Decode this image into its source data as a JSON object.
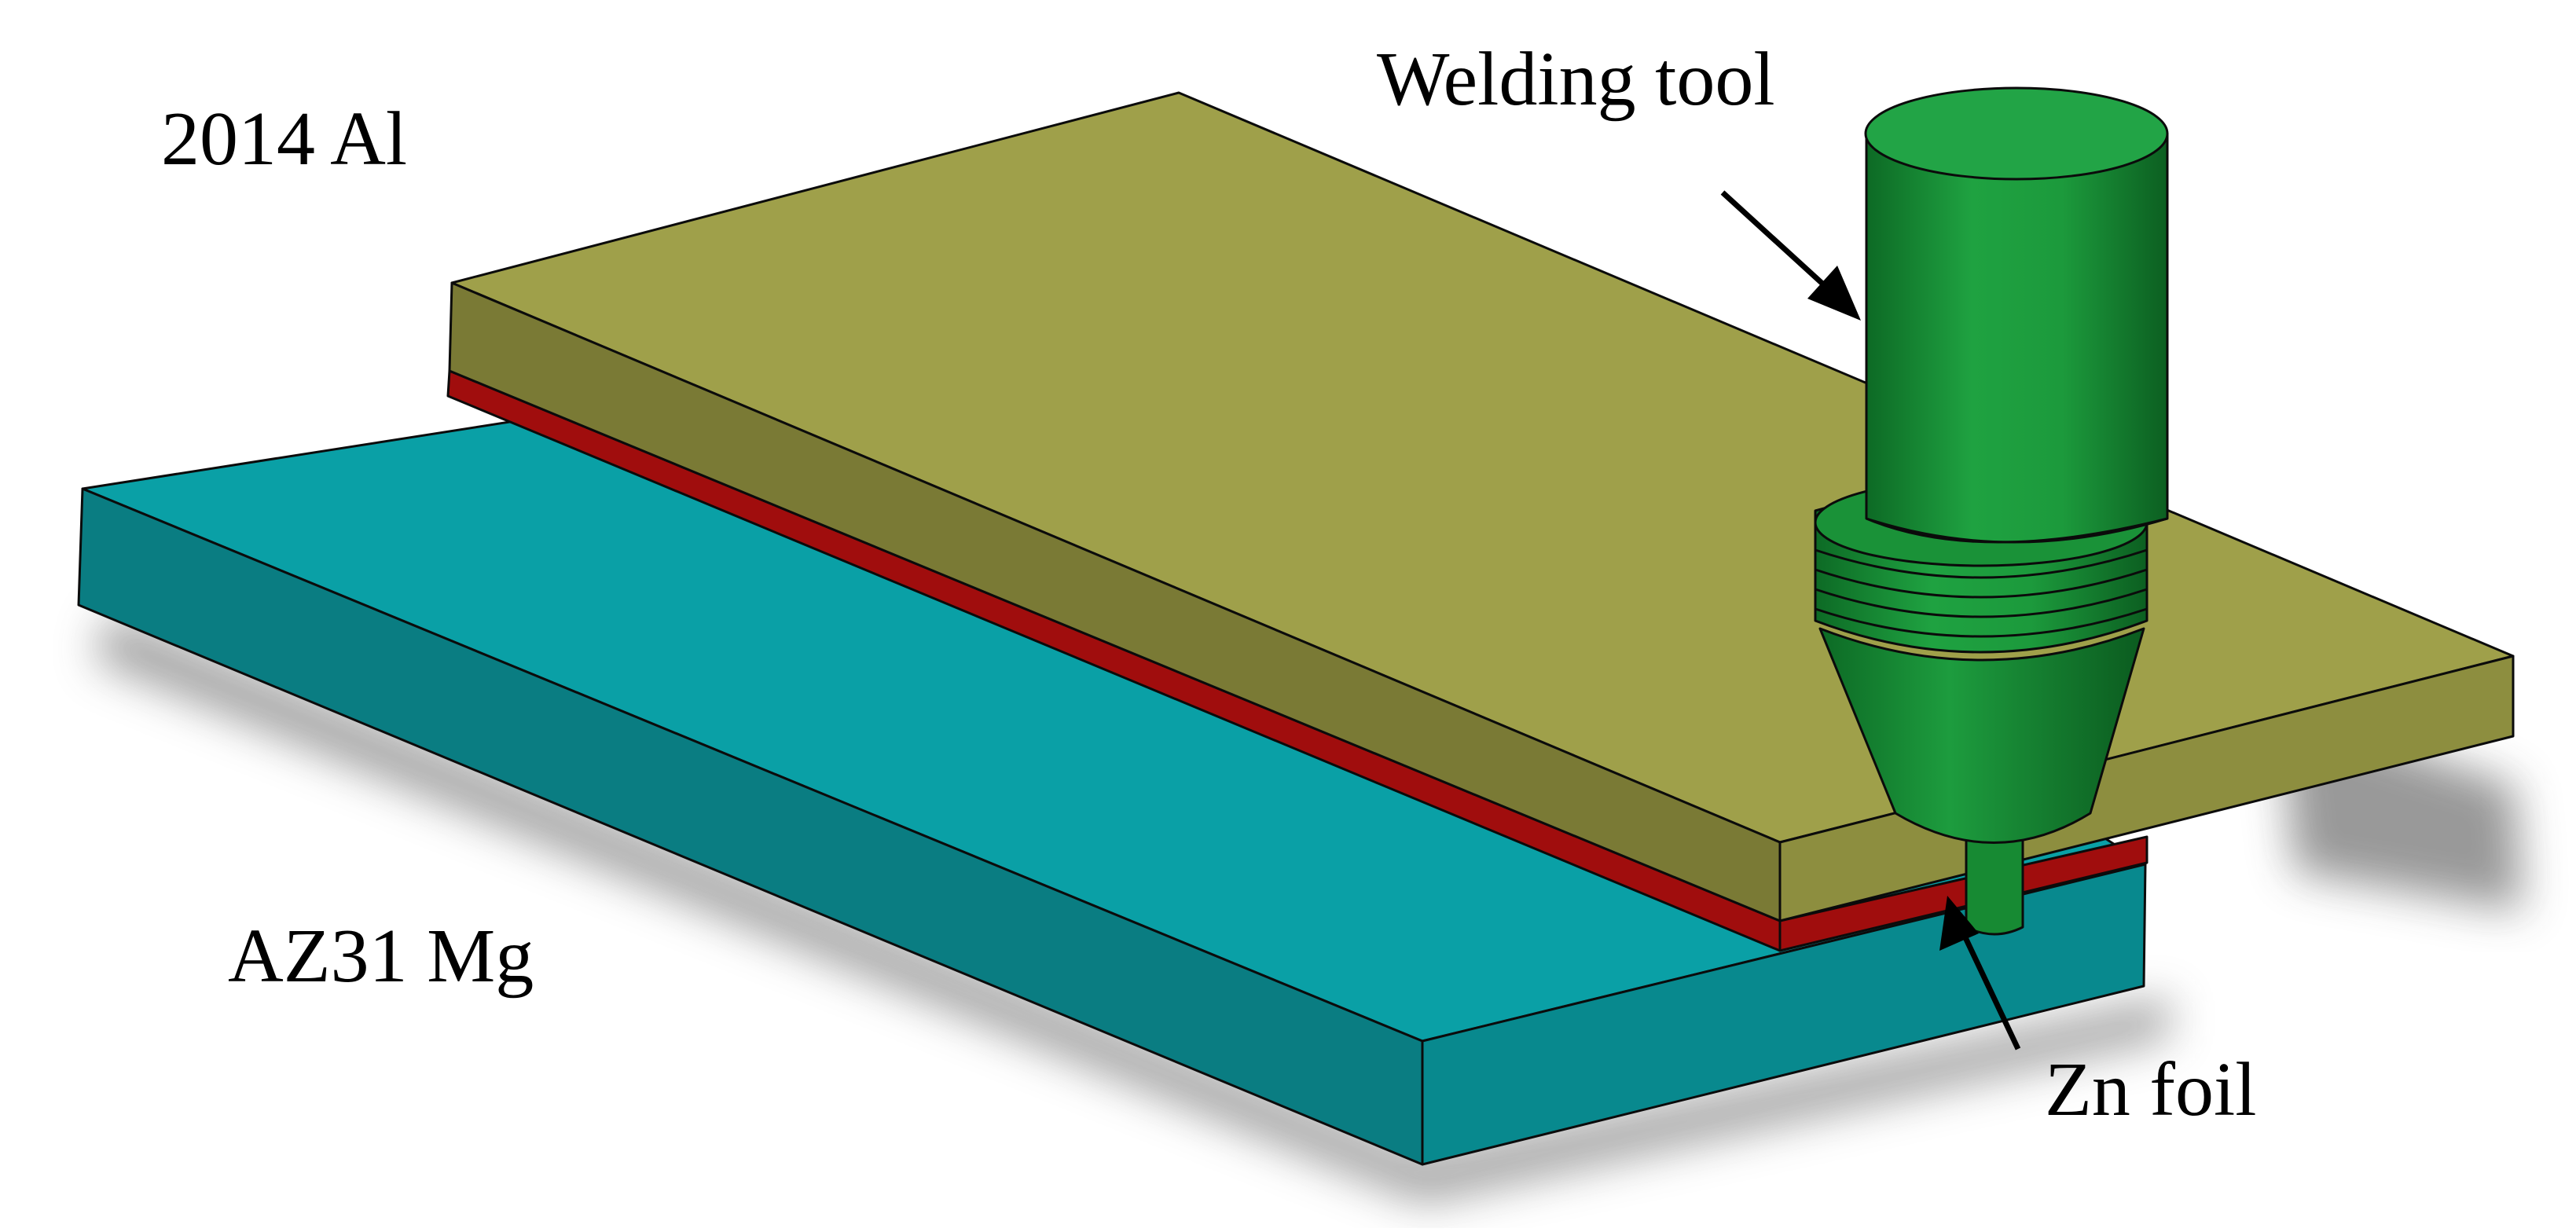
{
  "labels": {
    "top_plate": "2014 Al",
    "bottom_plate": "AZ31 Mg",
    "tool": "Welding tool",
    "foil": "Zn foil"
  },
  "colors": {
    "al_top": "#9fa04a",
    "al_front": "#7a7a35",
    "al_side": "#8d8e3f",
    "mg_top": "#0aa0a6",
    "mg_front": "#0a7d82",
    "mg_side": "#08898e",
    "zn_foil": "#a00d0d",
    "tool_light": "#1e9a3c",
    "tool_dark": "#0f6e27",
    "outline": "#0b0b0b"
  },
  "icons": {
    "arrow_tool": "arrow-down-right-icon",
    "arrow_foil": "arrow-up-icon"
  }
}
